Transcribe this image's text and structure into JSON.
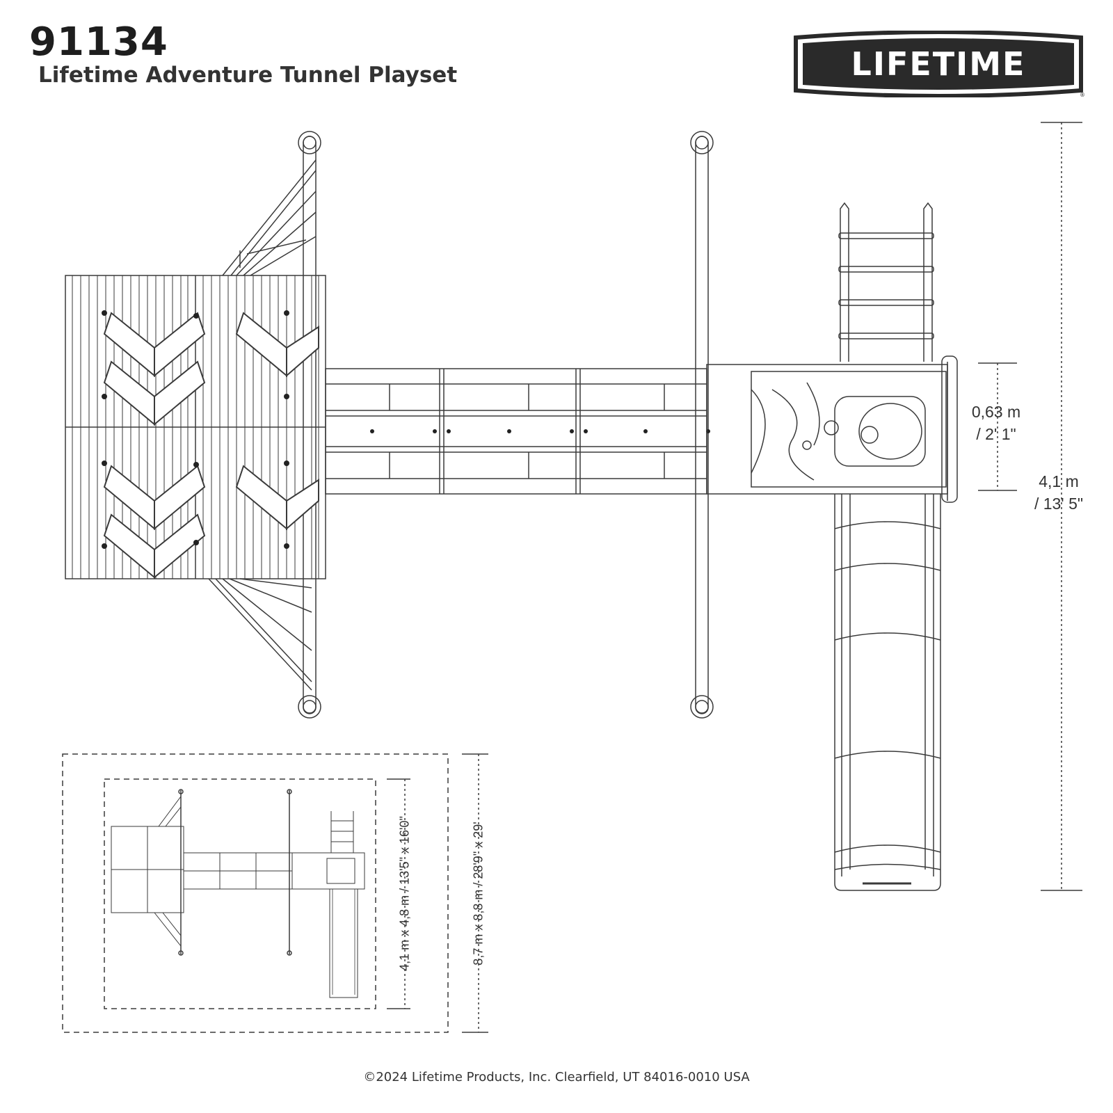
{
  "header": {
    "model_number": "91134",
    "product_name": "Lifetime Adventure Tunnel Playset"
  },
  "logo": {
    "text": "LIFETIME",
    "registered_mark": "®"
  },
  "dimensions": {
    "deck_height_metric": "0,63 m",
    "deck_height_imperial": "/ 2' 1\"",
    "overall_depth_metric": "4,1 m",
    "overall_depth_imperial": "/ 13' 5\""
  },
  "inset": {
    "footprint_label": "4,1 m x 4,8 m / 13'5\" x 16'0\"",
    "safety_zone_label": "8,7 m x 8,8 m  / 28'9\" x 29'"
  },
  "footer": {
    "copyright": "©2024 Lifetime Products, Inc. Clearfield, UT 84016-0010 USA"
  },
  "colors": {
    "line": "#3a3a3a",
    "logo_bg": "#2a2a2a",
    "logo_text": "#ffffff"
  }
}
